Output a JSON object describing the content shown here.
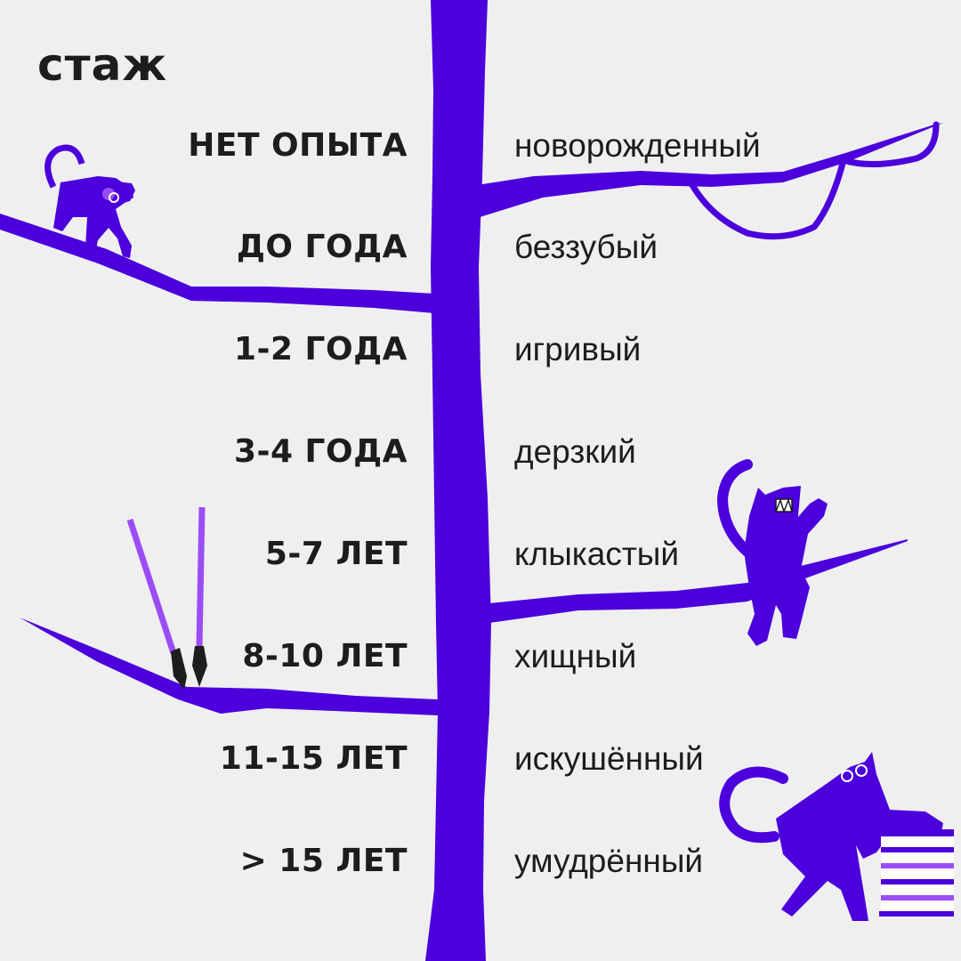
{
  "title": "стаж",
  "colors": {
    "background": "#efefef",
    "tree": "#4b00dc",
    "accent_light": "#9b4df5",
    "text": "#1d1d1d"
  },
  "rows": [
    {
      "experience": "НЕТ ОПЫТА",
      "stage": "новорожденный"
    },
    {
      "experience": "ДО ГОДА",
      "stage": "беззубый"
    },
    {
      "experience": "1-2 ГОДА",
      "stage": "игривый"
    },
    {
      "experience": "3-4 ГОДА",
      "stage": "дерзкий"
    },
    {
      "experience": "5-7 ЛЕТ",
      "stage": "клыкастый"
    },
    {
      "experience": "8-10 ЛЕТ",
      "stage": "хищный"
    },
    {
      "experience": "11-15 ЛЕТ",
      "stage": "искушённый"
    },
    {
      "experience": "> 15 ЛЕТ",
      "stage": "умудрённый"
    }
  ],
  "illustrations": [
    "tree-trunk",
    "baby-monkey-with-pacifier",
    "grinning-monkey-on-branch",
    "paintbrushes",
    "old-monkey-with-glasses-and-books"
  ]
}
